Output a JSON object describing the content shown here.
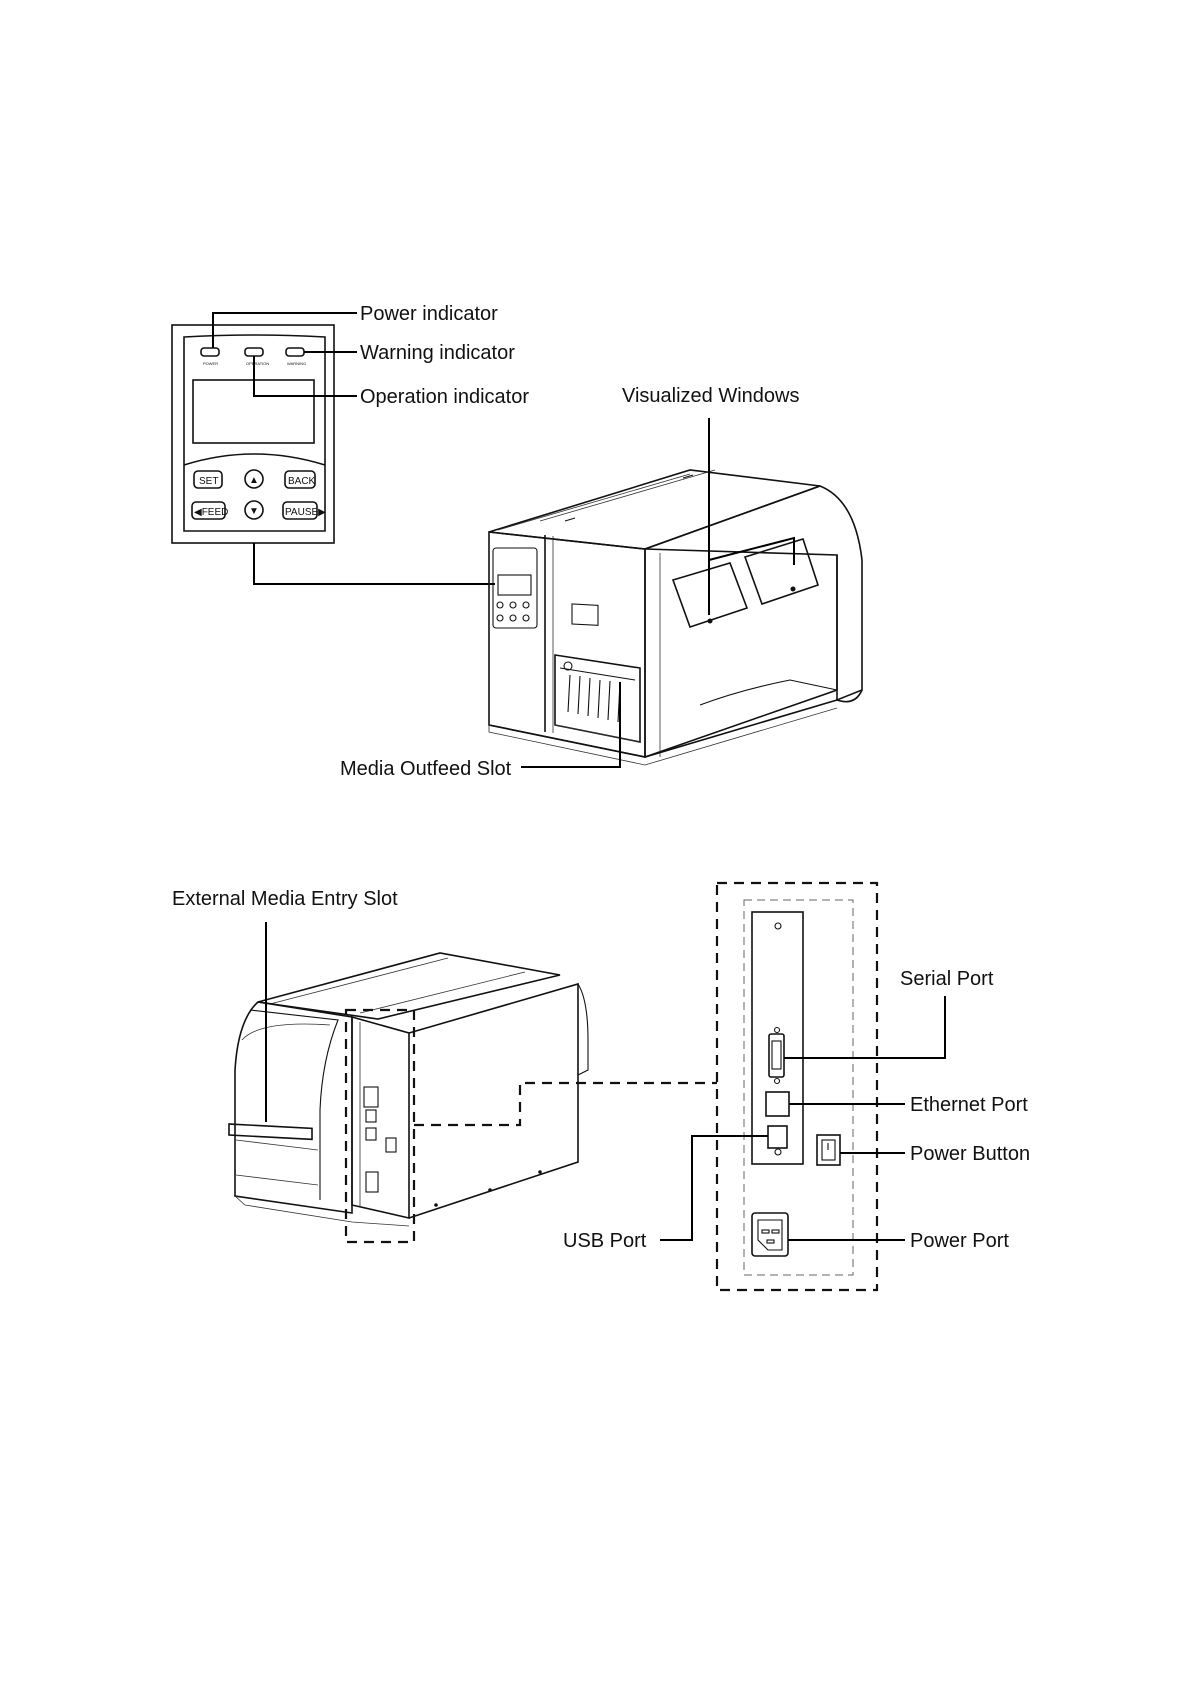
{
  "callouts": {
    "power_indicator": "Power indicator",
    "warning_indicator": "Warning indicator",
    "operation_indicator": "Operation indicator",
    "visualized_windows": "Visualized Windows",
    "media_outfeed_slot": "Media Outfeed Slot",
    "external_media_entry_slot": "External Media Entry Slot",
    "serial_port": "Serial Port",
    "ethernet_port": "Ethernet Port",
    "power_button": "Power Button",
    "usb_port": "USB Port",
    "power_port": "Power Port"
  },
  "panel_buttons": {
    "set": "SET",
    "back": "BACK",
    "feed": "◀FEED",
    "pause": "PAUSE▶",
    "up": "▲",
    "down": "▼"
  },
  "led_labels": {
    "power": "POWER",
    "operation": "OPERATION",
    "warning": "WARNING"
  }
}
